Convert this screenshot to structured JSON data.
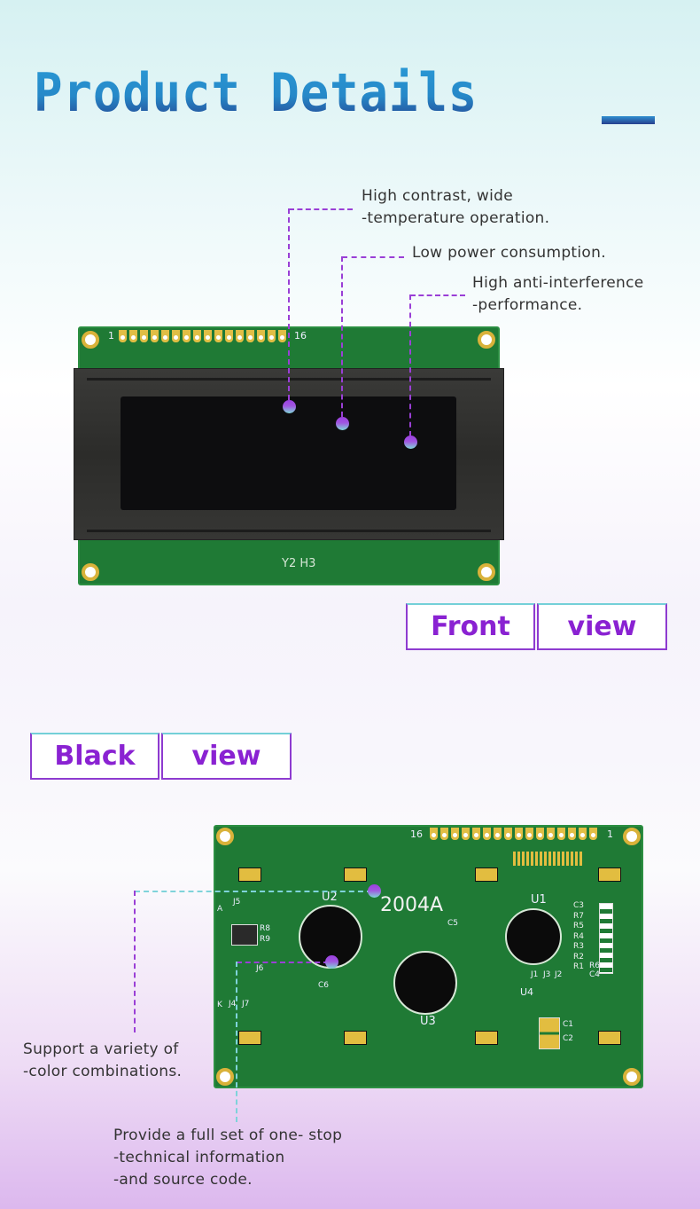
{
  "header": {
    "title": "Product Details"
  },
  "front": {
    "callouts": [
      "High contrast, wide\n-temperature operation.",
      "Low power consumption.",
      "High anti-interference\n-performance."
    ],
    "callout_lines": [
      [
        "High contrast, wide",
        "-temperature operation."
      ],
      [
        "Low power consumption."
      ],
      [
        "High anti-interference",
        "-performance."
      ]
    ],
    "pin_first": "1",
    "pin_last": "16",
    "board_marking": "Y2 H3",
    "label": [
      "Front",
      "view"
    ]
  },
  "back": {
    "label": [
      "Black",
      "view"
    ],
    "model": "2004A",
    "chips": [
      "U1",
      "U2",
      "U3",
      "U4"
    ],
    "pin_first": "16",
    "pin_last": "1",
    "components": [
      "C3",
      "R7",
      "R5",
      "R4",
      "R3",
      "R2",
      "R1",
      "R6",
      "C4",
      "C5",
      "C6",
      "C1",
      "C2",
      "R8",
      "R9",
      "J5",
      "J6",
      "J7",
      "J1",
      "J3",
      "J2",
      "J4",
      "A",
      "K"
    ],
    "callout_lines_left": [
      "Support a variety of",
      "-color combinations."
    ],
    "callout_lines_bottom": [
      "Provide a full set of one- stop",
      "-technical information",
      "-and source code."
    ]
  },
  "colors": {
    "accent": "#8a22d2",
    "title_blue": "#2688c8",
    "pcb_green": "#1f7a35"
  }
}
